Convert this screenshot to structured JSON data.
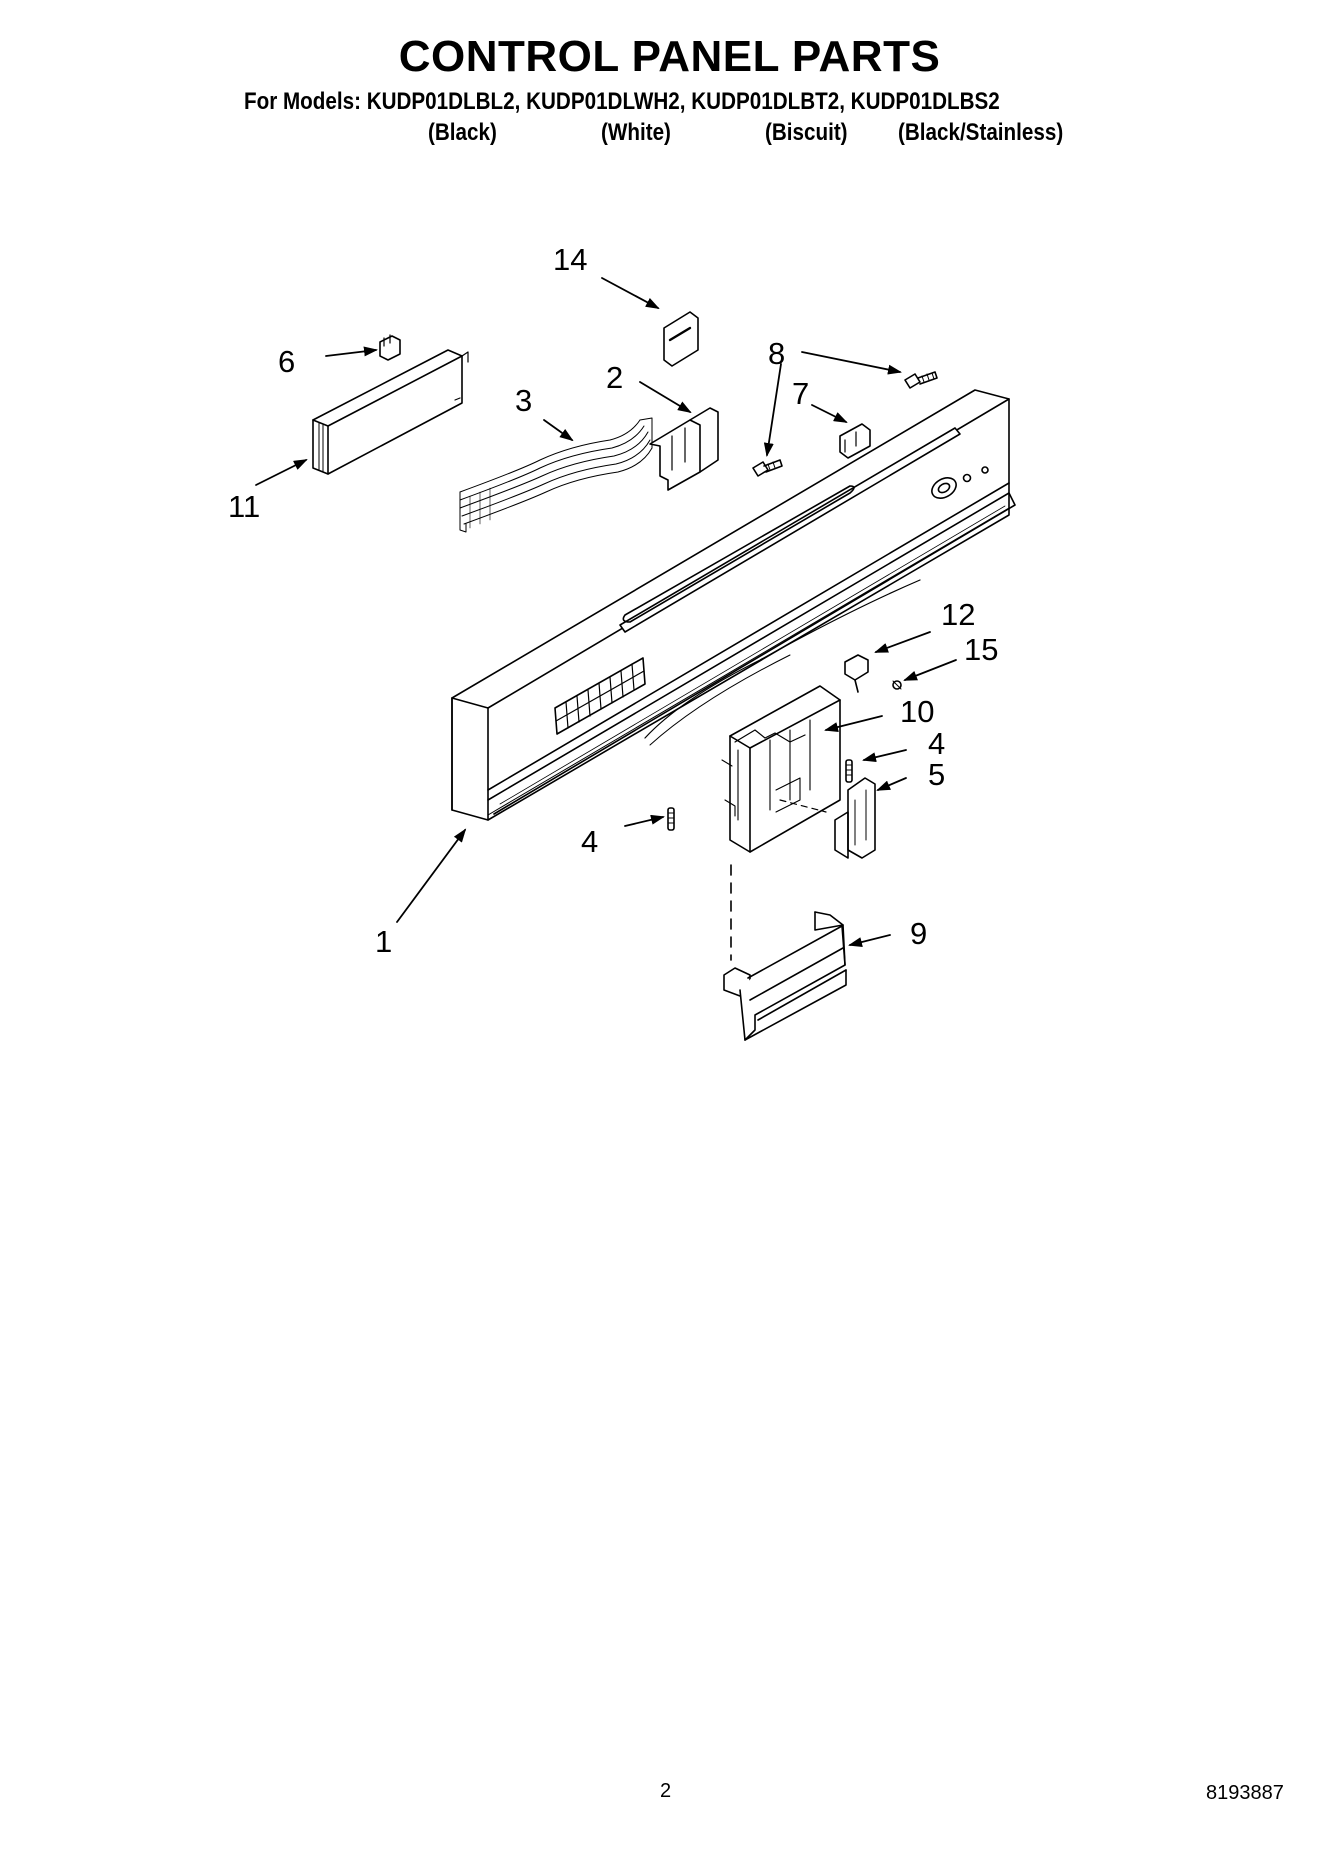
{
  "header": {
    "title": "CONTROL PANEL PARTS",
    "models_line": "For Models: KUDP01DLBL2, KUDP01DLWH2, KUDP01DLBT2, KUDP01DLBS2",
    "variants": [
      "(Black)",
      "(White)",
      "(Biscuit)",
      "(Black/Stainless)"
    ]
  },
  "callouts": {
    "c1": "1",
    "c2": "2",
    "c3": "3",
    "c4a": "4",
    "c4b": "4",
    "c5": "5",
    "c6": "6",
    "c7": "7",
    "c8": "8",
    "c9": "9",
    "c10": "10",
    "c11": "11",
    "c12": "12",
    "c14": "14",
    "c15": "15"
  },
  "footer": {
    "page_number": "2",
    "document_number": "8193887"
  }
}
